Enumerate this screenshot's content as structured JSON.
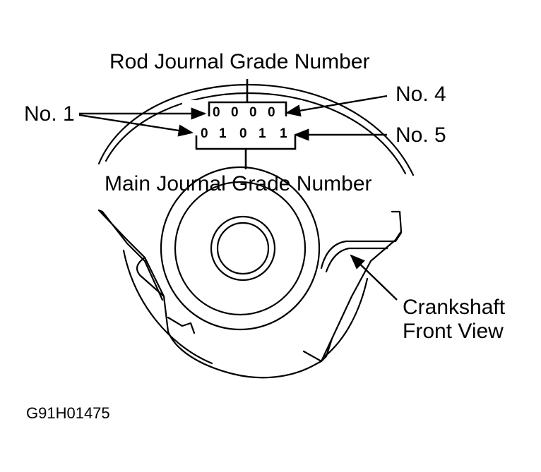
{
  "labels": {
    "rod_journal": "Rod Journal Grade Number",
    "main_journal": "Main Journal Grade Number",
    "no1": "No. 1",
    "no4": "No. 4",
    "no5": "No. 5",
    "crankshaft_line1": "Crankshaft",
    "crankshaft_line2": "Front View",
    "figure_id": "G91H01475"
  },
  "grade_codes": {
    "rod": [
      "0",
      "0",
      "0",
      "0"
    ],
    "main": [
      "0",
      "1",
      "0",
      "1",
      "1"
    ]
  },
  "colors": {
    "ink": "#000000",
    "background": "#ffffff"
  }
}
